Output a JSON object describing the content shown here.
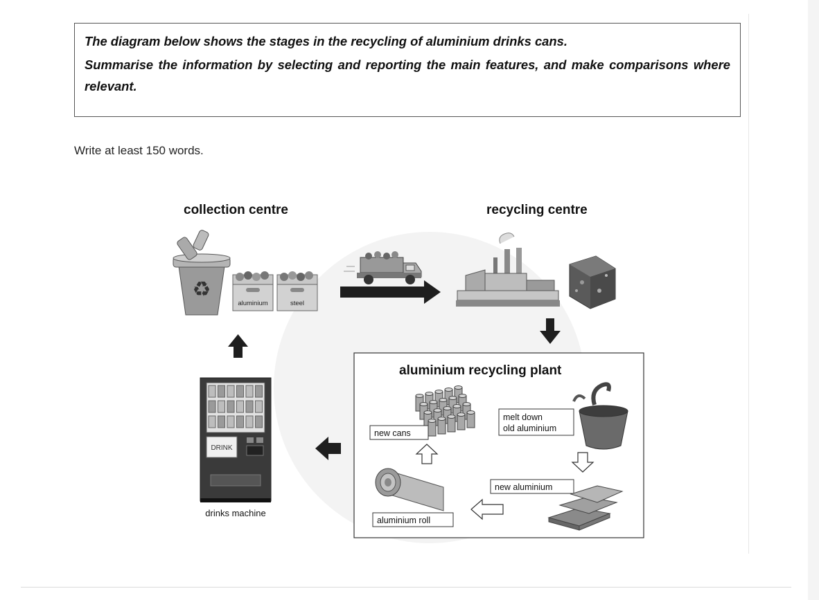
{
  "task": {
    "prompt_line_1": "The diagram below shows the stages in the recycling of aluminium drinks cans.",
    "prompt_line_2": "Summarise the information by selecting and reporting the main features, and make comparisons where relevant.",
    "instruction": "Write at least 150 words."
  },
  "diagram": {
    "stage_collection": "collection centre",
    "stage_recycling": "recycling centre",
    "stage_plant": "aluminium recycling plant",
    "box_aluminium": "aluminium",
    "box_steel": "steel",
    "step_melt_line1": "melt down",
    "step_melt_line2": "old aluminium",
    "step_new_aluminium": "new aluminium",
    "step_roll": "aluminium roll",
    "step_new_cans": "new cans",
    "machine_sign": "DRINK",
    "machine_label": "drinks machine"
  },
  "colors": {
    "arrow": "#1e1e1e",
    "bin": "#8c8c8c",
    "machine": "#3a3a3a",
    "bale": "#5a5a5a"
  }
}
